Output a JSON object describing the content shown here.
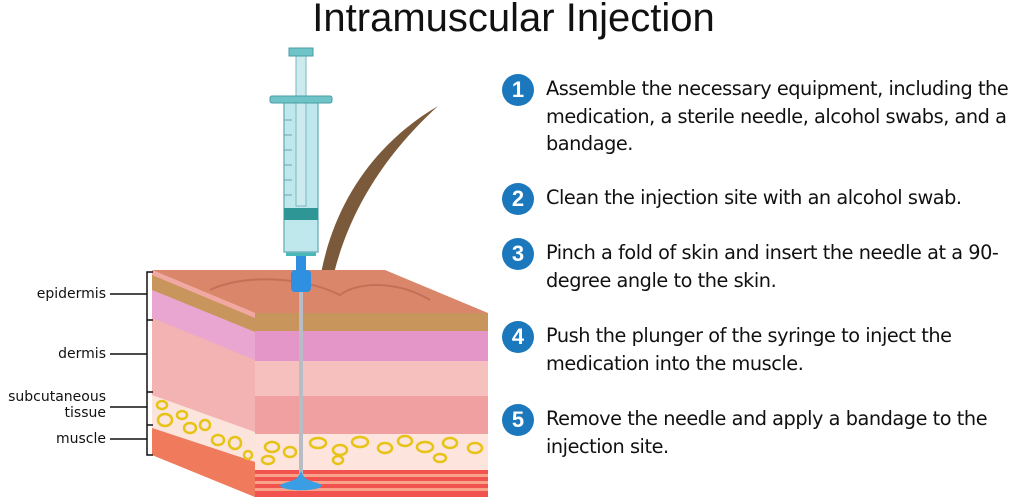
{
  "title": "Intramuscular Injection",
  "steps": [
    {
      "number": "1",
      "text": "Assemble the necessary equipment, including the medication, a sterile needle, alcohol swabs, and a bandage."
    },
    {
      "number": "2",
      "text": "Clean the injection site with an alcohol swab."
    },
    {
      "number": "3",
      "text": "Pinch a fold of skin and insert the needle at a 90-degree angle to the skin."
    },
    {
      "number": "4",
      "text": "Push the plunger of the syringe to inject the medication into the muscle."
    },
    {
      "number": "5",
      "text": "Remove the needle and apply a bandage to the injection site."
    }
  ],
  "labels": {
    "epidermis": "epidermis",
    "dermis": "dermis",
    "subcutaneous_1": "subcutaneous",
    "subcutaneous_2": "tissue",
    "muscle": "muscle"
  },
  "colors": {
    "step_circle": "#1b78bd"
  }
}
